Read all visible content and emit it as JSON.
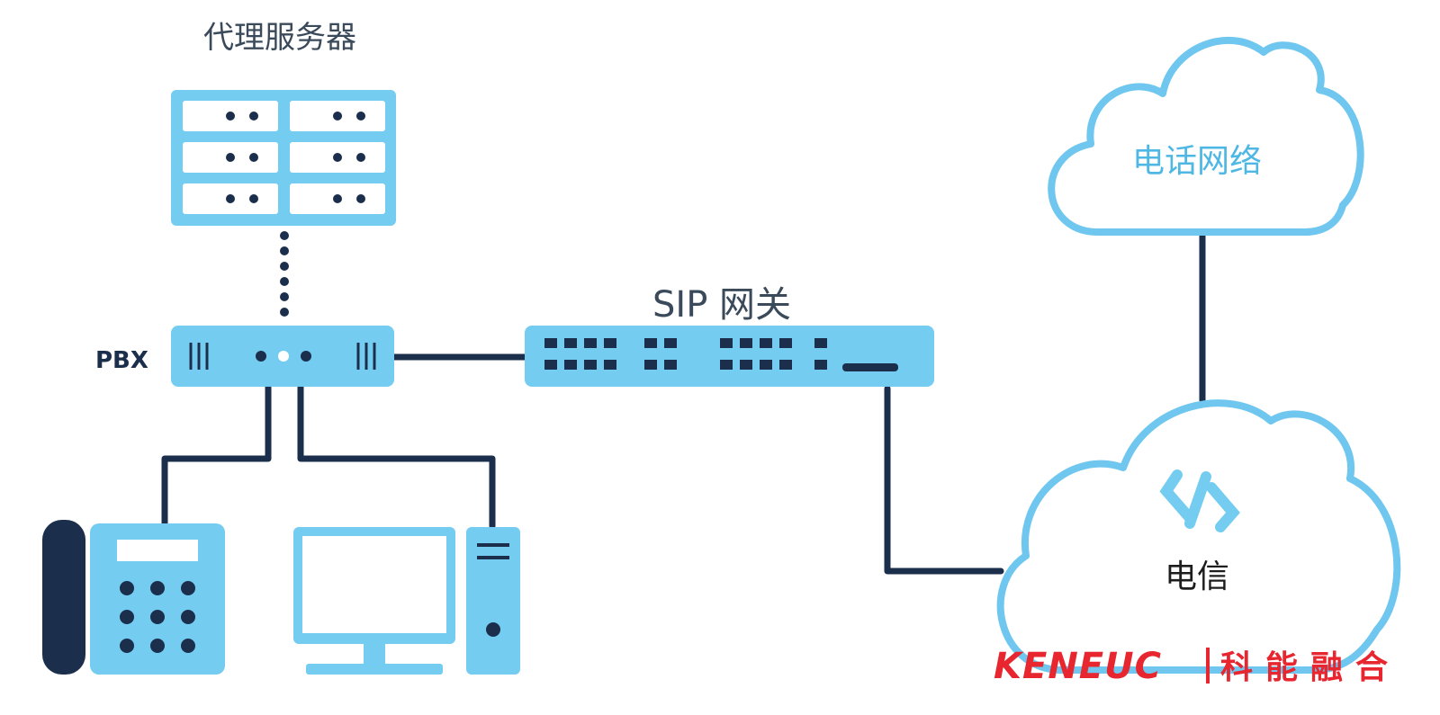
{
  "labels": {
    "proxy_server": "代理服务器",
    "pbx": "PBX",
    "sip_gateway": "SIP 网关",
    "phone_network": "电话网络",
    "telecom": "电信"
  },
  "logo": {
    "text": "KENEUC 科能融合",
    "color": "#e8262f"
  },
  "colors": {
    "device_fill": "#74cdf1",
    "device_dark": "#1b2f4d",
    "cloud_stroke": "#6fc6ee",
    "line": "#1b2f4d"
  },
  "icons": [
    "server-rack-icon",
    "pbx-device-icon",
    "network-switch-icon",
    "desk-phone-icon",
    "desktop-computer-icon",
    "cloud-icon",
    "telecom-symbol-icon"
  ]
}
